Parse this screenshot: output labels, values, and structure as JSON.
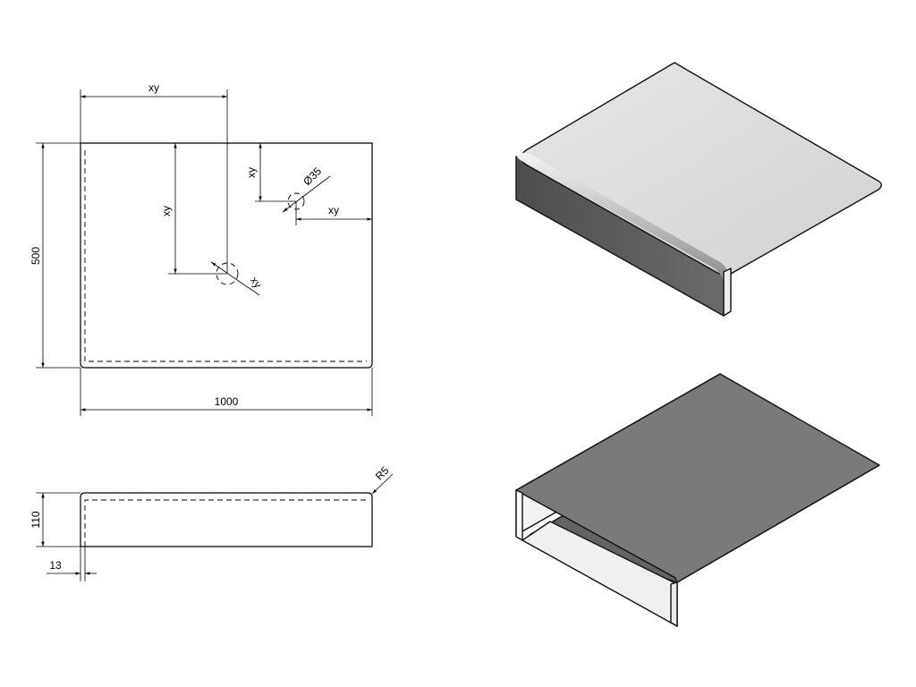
{
  "top_view": {
    "dims": {
      "hole1_x": "xy",
      "hole1_y": "xy",
      "hole1_d": "xy",
      "hole2_y": "xy",
      "hole2_d": "Ø35",
      "hole2_x": "xy",
      "depth": "500",
      "width": "1000"
    }
  },
  "front_view": {
    "dims": {
      "height": "110",
      "thickness": "13",
      "radius": "R5"
    }
  },
  "colors": {
    "line": "#000000",
    "top_face": "#dcdcdc",
    "front_face": "#5a5a5a",
    "underside": "#636363",
    "inner_wall": "#f2f2f2"
  }
}
